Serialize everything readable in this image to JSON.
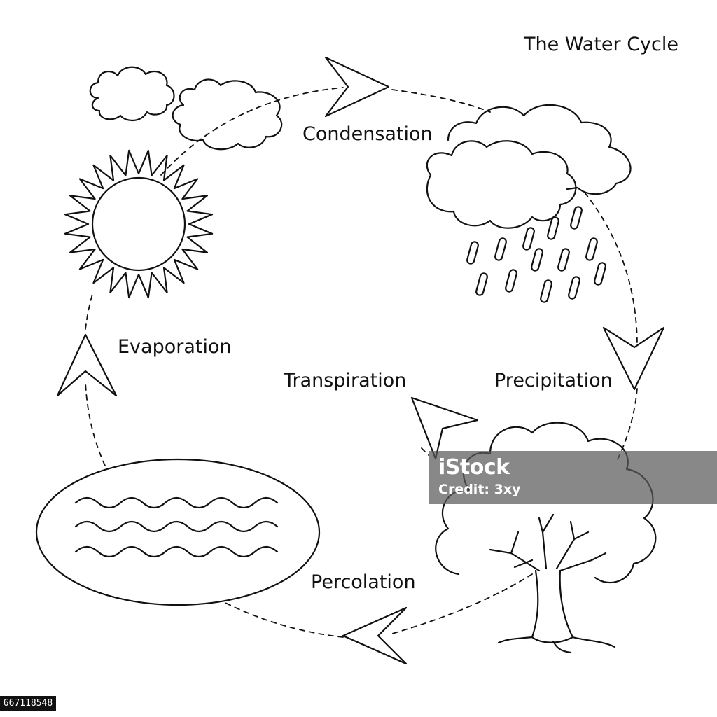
{
  "title": "The Water Cycle",
  "labels": {
    "condensation": "Condensation",
    "precipitation": "Precipitation",
    "transpiration": "Transpiration",
    "evaporation": "Evaporation",
    "percolation": "Percolation"
  },
  "watermark": {
    "logo": "iStock",
    "credit": "Credit: 3xy"
  },
  "stock_id": "667118548",
  "colors": {
    "stroke": "#111111",
    "background": "#ffffff"
  }
}
